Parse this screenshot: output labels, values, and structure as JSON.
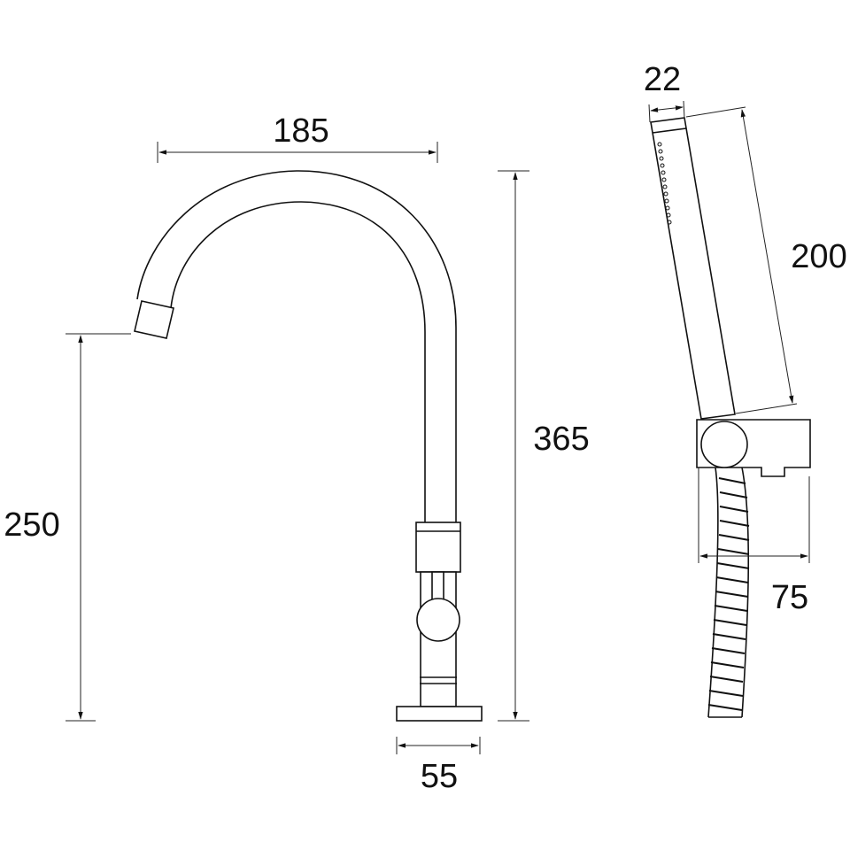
{
  "faucet": {
    "dim_spout_reach": "185",
    "dim_total_height": "365",
    "dim_spout_height": "250",
    "dim_base_width": "55"
  },
  "hand_shower": {
    "dim_head_width": "22",
    "dim_head_length": "200",
    "dim_holder_width": "75"
  },
  "colors": {
    "line": "#111111",
    "background": "#ffffff"
  }
}
